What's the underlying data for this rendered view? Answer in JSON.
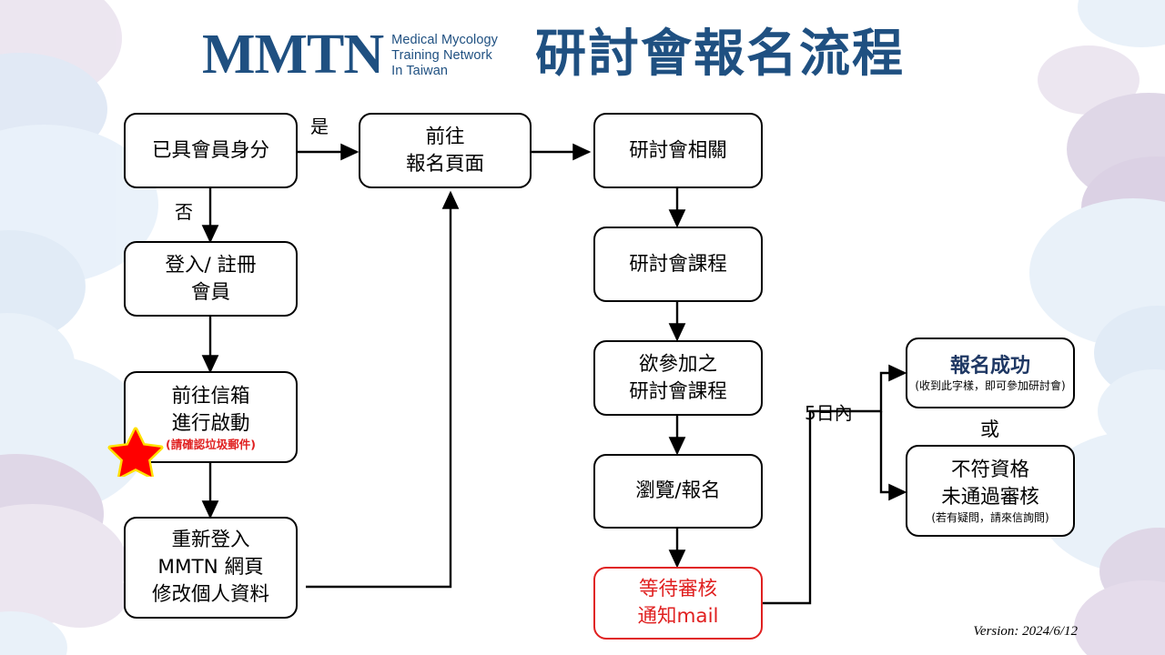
{
  "header": {
    "logo_mark": "MMTN",
    "logo_sub_lines": [
      "Medical Mycology",
      "Training Network",
      "In Taiwan"
    ],
    "title": "研討會報名流程",
    "brand_color": "#1F5081"
  },
  "version_text": "Version: 2024/6/12",
  "colors": {
    "brand_blue": "#1F5081",
    "success_navy": "#1F3864",
    "alert_red": "#E02020",
    "line_black": "#000000",
    "bg_blue_ellipse": "#DAE8F6",
    "bg_purple_ellipse": "#E2D7E8"
  },
  "edge_labels": {
    "yes": "是",
    "no": "否",
    "within_5_days": "5日內",
    "or": "或"
  },
  "nodes": {
    "member_check": {
      "lines": [
        "已具會員身分"
      ]
    },
    "register_account": {
      "lines": [
        "登入/ 註冊",
        "會員"
      ]
    },
    "activate_mail": {
      "lines": [
        "前往信箱",
        "進行啟動"
      ],
      "note": "(請確認垃圾郵件)",
      "has_star": true
    },
    "relogin_profile": {
      "lines": [
        "重新登入",
        "MMTN 網頁",
        "修改個人資料"
      ]
    },
    "go_signup_page": {
      "lines": [
        "前往",
        "報名頁面"
      ]
    },
    "seminar_info": {
      "lines": [
        "研討會相關"
      ]
    },
    "seminar_courses": {
      "lines": [
        "研討會課程"
      ]
    },
    "choose_course": {
      "lines": [
        "欲參加之",
        "研討會課程"
      ]
    },
    "browse_signup": {
      "lines": [
        "瀏覽/報名"
      ]
    },
    "await_review": {
      "lines": [
        "等待審核",
        "通知mail"
      ],
      "style": "red"
    },
    "success": {
      "title": "報名成功",
      "sub": "(收到此字樣，即可參加研討會)"
    },
    "rejected": {
      "lines": [
        "不符資格",
        "未通過審核"
      ],
      "sub": "(若有疑問，請來信詢問)"
    }
  }
}
